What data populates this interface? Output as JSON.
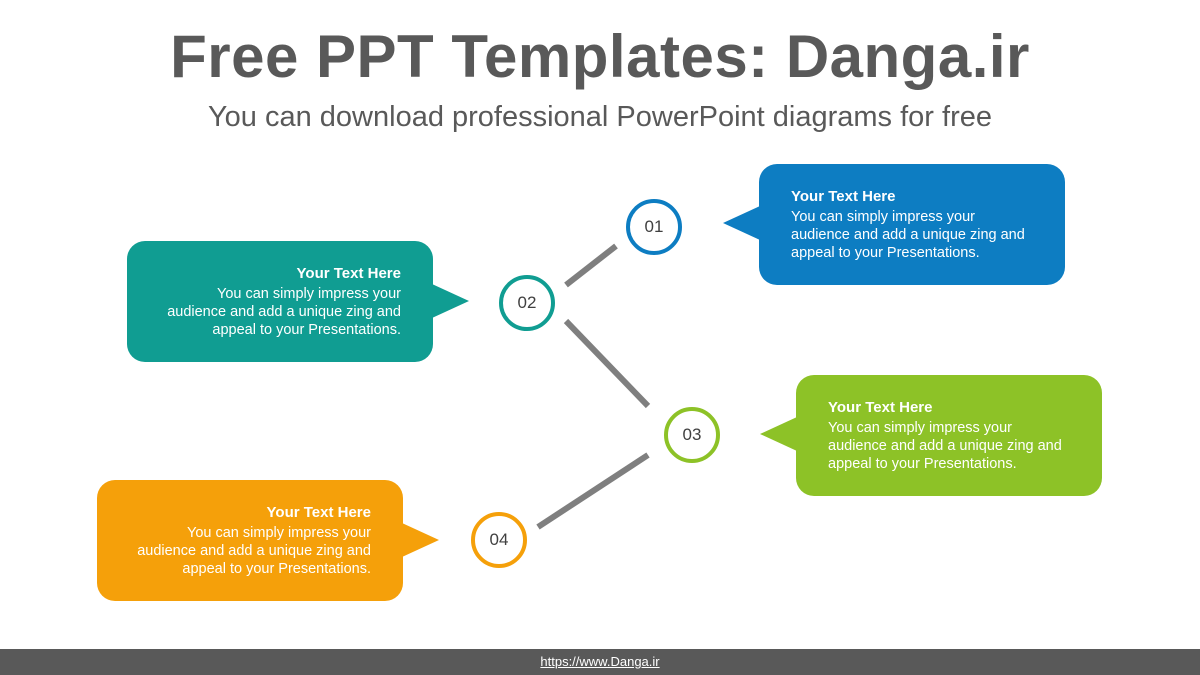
{
  "header": {
    "title": "Free PPT Templates: Danga.ir",
    "subtitle": "You can download professional PowerPoint diagrams for free"
  },
  "colors": {
    "blue": "#0D7DC2",
    "teal": "#109D92",
    "green": "#8DC227",
    "orange": "#F5A00A",
    "connector": "#7F7F7F",
    "footer": "#595959"
  },
  "steps": [
    {
      "number": "01",
      "heading": "Your Text Here",
      "text": "You can simply impress your audience and add a unique zing and appeal to your Presentations."
    },
    {
      "number": "02",
      "heading": "Your Text Here",
      "text": "You can simply impress your audience and add a unique zing and appeal to your Presentations."
    },
    {
      "number": "03",
      "heading": "Your Text Here",
      "text": "You can simply impress your audience and add a unique zing and appeal to your Presentations."
    },
    {
      "number": "04",
      "heading": "Your Text Here",
      "text": "You can simply impress your audience and add a unique zing and appeal to your Presentations."
    }
  ],
  "footer": {
    "link_text": "https://www.Danga.ir"
  }
}
